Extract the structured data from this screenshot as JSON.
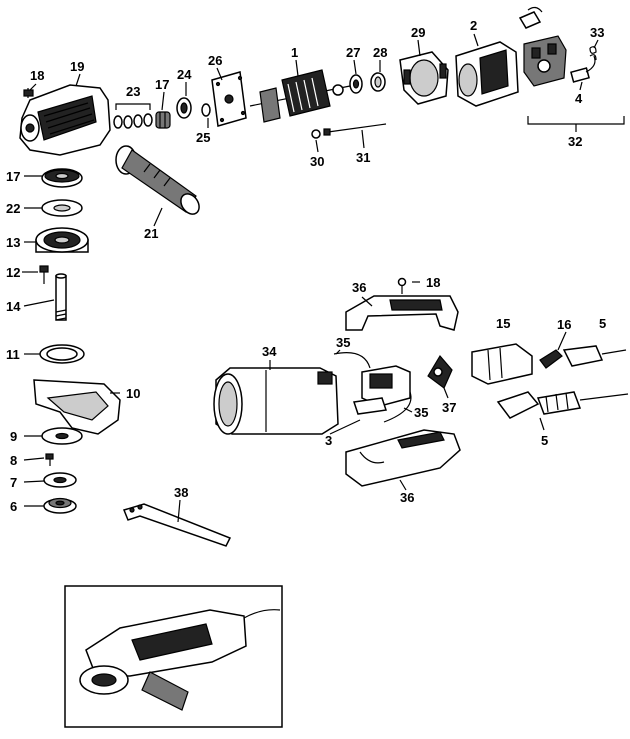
{
  "callouts": [
    {
      "id": "c1",
      "text": "1"
    },
    {
      "id": "c2",
      "text": "2"
    },
    {
      "id": "c3",
      "text": "3"
    },
    {
      "id": "c4",
      "text": "4"
    },
    {
      "id": "c5a",
      "text": "5"
    },
    {
      "id": "c5b",
      "text": "5"
    },
    {
      "id": "c6",
      "text": "6"
    },
    {
      "id": "c7",
      "text": "7"
    },
    {
      "id": "c8",
      "text": "8"
    },
    {
      "id": "c9",
      "text": "9"
    },
    {
      "id": "c10",
      "text": "10"
    },
    {
      "id": "c11",
      "text": "11"
    },
    {
      "id": "c12",
      "text": "12"
    },
    {
      "id": "c13",
      "text": "13"
    },
    {
      "id": "c14",
      "text": "14"
    },
    {
      "id": "c15",
      "text": "15"
    },
    {
      "id": "c16",
      "text": "16"
    },
    {
      "id": "c17a",
      "text": "17"
    },
    {
      "id": "c17b",
      "text": "17"
    },
    {
      "id": "c18a",
      "text": "18"
    },
    {
      "id": "c18b",
      "text": "18"
    },
    {
      "id": "c19",
      "text": "19"
    },
    {
      "id": "c21",
      "text": "21"
    },
    {
      "id": "c22",
      "text": "22"
    },
    {
      "id": "c23",
      "text": "23"
    },
    {
      "id": "c24",
      "text": "24"
    },
    {
      "id": "c25",
      "text": "25"
    },
    {
      "id": "c26",
      "text": "26"
    },
    {
      "id": "c27",
      "text": "27"
    },
    {
      "id": "c28",
      "text": "28"
    },
    {
      "id": "c29",
      "text": "29"
    },
    {
      "id": "c30",
      "text": "30"
    },
    {
      "id": "c31",
      "text": "31"
    },
    {
      "id": "c32",
      "text": "32"
    },
    {
      "id": "c33",
      "text": "33"
    },
    {
      "id": "c34",
      "text": "34"
    },
    {
      "id": "c35a",
      "text": "35"
    },
    {
      "id": "c35b",
      "text": "35"
    },
    {
      "id": "c36a",
      "text": "36"
    },
    {
      "id": "c36b",
      "text": "36"
    },
    {
      "id": "c37",
      "text": "37"
    },
    {
      "id": "c38",
      "text": "38"
    }
  ]
}
